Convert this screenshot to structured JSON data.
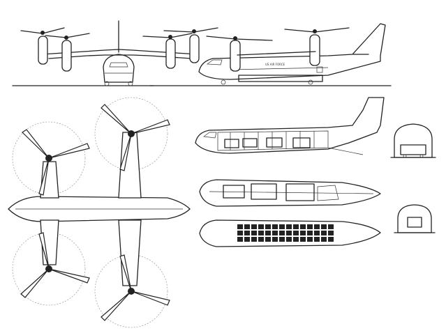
{
  "drawing": {
    "views": [
      {
        "id": "front-view"
      },
      {
        "id": "side-view"
      },
      {
        "id": "plan-view"
      },
      {
        "id": "fuselage-cutaway-side"
      },
      {
        "id": "fuselage-cutaway-top-vehicles"
      },
      {
        "id": "fuselage-cutaway-top-seats"
      },
      {
        "id": "cross-section-vehicle"
      },
      {
        "id": "cross-section-passenger"
      }
    ],
    "fuselage_marking": "US AIR FORCE",
    "line_color": "#222222",
    "background_color": "#ffffff"
  }
}
